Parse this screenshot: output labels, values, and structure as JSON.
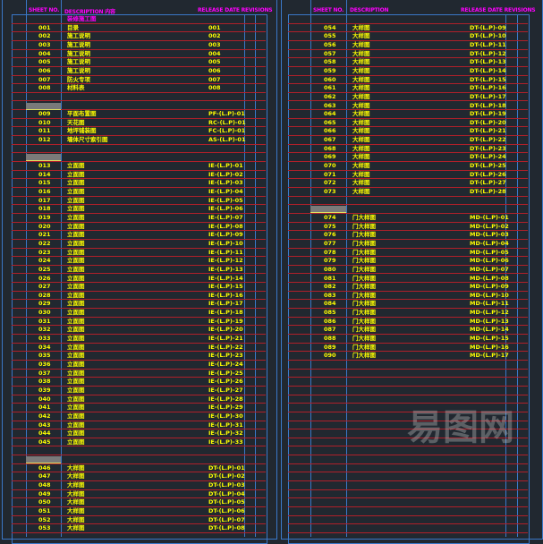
{
  "headers": {
    "sheet_no": "SHEET NO.",
    "description_left": "DESCRIPTION  内容",
    "description_right": "DESCRIPTION",
    "release": "RELEASE DATE REVISIONS"
  },
  "left_rows": [
    {
      "type": "title",
      "desc": "装修施工图"
    },
    {
      "no": "001",
      "desc": "目录",
      "date": "001"
    },
    {
      "no": "002",
      "desc": "施工说明",
      "date": "002"
    },
    {
      "no": "003",
      "desc": "施工说明",
      "date": "003"
    },
    {
      "no": "004",
      "desc": "施工说明",
      "date": "004"
    },
    {
      "no": "005",
      "desc": "施工说明",
      "date": "005"
    },
    {
      "no": "006",
      "desc": "施工说明",
      "date": "006"
    },
    {
      "no": "007",
      "desc": "防火专项",
      "date": "007"
    },
    {
      "no": "008",
      "desc": "材料表",
      "date": "008"
    },
    {
      "type": "blank"
    },
    {
      "type": "gray"
    },
    {
      "no": "009",
      "desc": "平面布置图",
      "date": "PF-(L.P)-01"
    },
    {
      "no": "010",
      "desc": "天花图",
      "date": "RC-(L.P)-01"
    },
    {
      "no": "011",
      "desc": "地坪铺装图",
      "date": "FC-(L.P)-01"
    },
    {
      "no": "012",
      "desc": "墙体尺寸索引图",
      "date": "AS-(L.P)-01"
    },
    {
      "type": "blank"
    },
    {
      "type": "gray"
    },
    {
      "no": "013",
      "desc": "立面图",
      "date": "IE-(L.P)-01"
    },
    {
      "no": "014",
      "desc": "立面图",
      "date": "IE-(L.P)-02"
    },
    {
      "no": "015",
      "desc": "立面图",
      "date": "IE-(L.P)-03"
    },
    {
      "no": "016",
      "desc": "立面图",
      "date": "IE-(L.P)-04"
    },
    {
      "no": "017",
      "desc": "立面图",
      "date": "IE-(L.P)-05"
    },
    {
      "no": "018",
      "desc": "立面图",
      "date": "IE-(L.P)-06"
    },
    {
      "no": "019",
      "desc": "立面图",
      "date": "IE-(L.P)-07"
    },
    {
      "no": "020",
      "desc": "立面图",
      "date": "IE-(L.P)-08"
    },
    {
      "no": "021",
      "desc": "立面图",
      "date": "IE-(L.P)-09"
    },
    {
      "no": "022",
      "desc": "立面图",
      "date": "IE-(L.P)-10"
    },
    {
      "no": "023",
      "desc": "立面图",
      "date": "IE-(L.P)-11"
    },
    {
      "no": "024",
      "desc": "立面图",
      "date": "IE-(L.P)-12"
    },
    {
      "no": "025",
      "desc": "立面图",
      "date": "IE-(L.P)-13"
    },
    {
      "no": "026",
      "desc": "立面图",
      "date": "IE-(L.P)-14"
    },
    {
      "no": "027",
      "desc": "立面图",
      "date": "IE-(L.P)-15"
    },
    {
      "no": "028",
      "desc": "立面图",
      "date": "IE-(L.P)-16"
    },
    {
      "no": "029",
      "desc": "立面图",
      "date": "IE-(L.P)-17"
    },
    {
      "no": "030",
      "desc": "立面图",
      "date": "IE-(L.P)-18"
    },
    {
      "no": "031",
      "desc": "立面图",
      "date": "IE-(L.P)-19"
    },
    {
      "no": "032",
      "desc": "立面图",
      "date": "IE-(L.P)-20"
    },
    {
      "no": "033",
      "desc": "立面图",
      "date": "IE-(L.P)-21"
    },
    {
      "no": "034",
      "desc": "立面图",
      "date": "IE-(L.P)-22"
    },
    {
      "no": "035",
      "desc": "立面图",
      "date": "IE-(L.P)-23"
    },
    {
      "no": "036",
      "desc": "立面图",
      "date": "IE-(L.P)-24"
    },
    {
      "no": "037",
      "desc": "立面图",
      "date": "IE-(L.P)-25"
    },
    {
      "no": "038",
      "desc": "立面图",
      "date": "IE-(L.P)-26"
    },
    {
      "no": "039",
      "desc": "立面图",
      "date": "IE-(L.P)-27"
    },
    {
      "no": "040",
      "desc": "立面图",
      "date": "IE-(L.P)-28"
    },
    {
      "no": "041",
      "desc": "立面图",
      "date": "IE-(L.P)-29"
    },
    {
      "no": "042",
      "desc": "立面图",
      "date": "IE-(L.P)-30"
    },
    {
      "no": "043",
      "desc": "立面图",
      "date": "IE-(L.P)-31"
    },
    {
      "no": "044",
      "desc": "立面图",
      "date": "IE-(L.P)-32"
    },
    {
      "no": "045",
      "desc": "立面图",
      "date": "IE-(L.P)-33"
    },
    {
      "type": "blank"
    },
    {
      "type": "gray"
    },
    {
      "no": "046",
      "desc": "大样图",
      "date": "DT-(L.P)-01"
    },
    {
      "no": "047",
      "desc": "大样图",
      "date": "DT-(L.P)-02"
    },
    {
      "no": "048",
      "desc": "大样图",
      "date": "DT-(L.P)-03"
    },
    {
      "no": "049",
      "desc": "大样图",
      "date": "DT-(L.P)-04"
    },
    {
      "no": "050",
      "desc": "大样图",
      "date": "DT-(L.P)-05"
    },
    {
      "no": "051",
      "desc": "大样图",
      "date": "DT-(L.P)-06"
    },
    {
      "no": "052",
      "desc": "大样图",
      "date": "DT-(L.P)-07"
    },
    {
      "no": "053",
      "desc": "大样图",
      "date": "DT-(L.P)-08"
    }
  ],
  "right_rows": [
    {
      "type": "blank"
    },
    {
      "no": "054",
      "desc": "大样图",
      "date": "DT-(L.P)-09"
    },
    {
      "no": "055",
      "desc": "大样图",
      "date": "DT-(L.P)-10"
    },
    {
      "no": "056",
      "desc": "大样图",
      "date": "DT-(L.P)-11"
    },
    {
      "no": "057",
      "desc": "大样图",
      "date": "DT-(L.P)-12"
    },
    {
      "no": "058",
      "desc": "大样图",
      "date": "DT-(L.P)-13"
    },
    {
      "no": "059",
      "desc": "大样图",
      "date": "DT-(L.P)-14"
    },
    {
      "no": "060",
      "desc": "大样图",
      "date": "DT-(L.P)-15"
    },
    {
      "no": "061",
      "desc": "大样图",
      "date": "DT-(L.P)-16"
    },
    {
      "no": "062",
      "desc": "大样图",
      "date": "DT-(L.P)-17"
    },
    {
      "no": "063",
      "desc": "大样图",
      "date": "DT-(L.P)-18"
    },
    {
      "no": "064",
      "desc": "大样图",
      "date": "DT-(L.P)-19"
    },
    {
      "no": "065",
      "desc": "大样图",
      "date": "DT-(L.P)-20"
    },
    {
      "no": "066",
      "desc": "大样图",
      "date": "DT-(L.P)-21"
    },
    {
      "no": "067",
      "desc": "大样图",
      "date": "DT-(L.P)-22"
    },
    {
      "no": "068",
      "desc": "大样图",
      "date": "DT-(L.P)-23"
    },
    {
      "no": "069",
      "desc": "大样图",
      "date": "DT-(L.P)-24"
    },
    {
      "no": "070",
      "desc": "大样图",
      "date": "DT-(L.P)-25"
    },
    {
      "no": "071",
      "desc": "大样图",
      "date": "DT-(L.P)-26"
    },
    {
      "no": "072",
      "desc": "大样图",
      "date": "DT-(L.P)-27"
    },
    {
      "no": "073",
      "desc": "大样图",
      "date": "DT-(L.P)-28"
    },
    {
      "type": "blank"
    },
    {
      "type": "gray"
    },
    {
      "no": "074",
      "desc": "门大样图",
      "date": "MD-(L.P)-01"
    },
    {
      "no": "075",
      "desc": "门大样图",
      "date": "MD-(L.P)-02"
    },
    {
      "no": "076",
      "desc": "门大样图",
      "date": "MD-(L.P)-03"
    },
    {
      "no": "077",
      "desc": "门大样图",
      "date": "MD-(L.P)-04"
    },
    {
      "no": "078",
      "desc": "门大样图",
      "date": "MD-(L.P)-05"
    },
    {
      "no": "079",
      "desc": "门大样图",
      "date": "MD-(L.P)-06"
    },
    {
      "no": "080",
      "desc": "门大样图",
      "date": "MD-(L.P)-07"
    },
    {
      "no": "081",
      "desc": "门大样图",
      "date": "MD-(L.P)-08"
    },
    {
      "no": "082",
      "desc": "门大样图",
      "date": "MD-(L.P)-09"
    },
    {
      "no": "083",
      "desc": "门大样图",
      "date": "MD-(L.P)-10"
    },
    {
      "no": "084",
      "desc": "门大样图",
      "date": "MD-(L.P)-11"
    },
    {
      "no": "085",
      "desc": "门大样图",
      "date": "MD-(L.P)-12"
    },
    {
      "no": "086",
      "desc": "门大样图",
      "date": "MD-(L.P)-13"
    },
    {
      "no": "087",
      "desc": "门大样图",
      "date": "MD-(L.P)-14"
    },
    {
      "no": "088",
      "desc": "门大样图",
      "date": "MD-(L.P)-15"
    },
    {
      "no": "089",
      "desc": "门大样图",
      "date": "MD-(L.P)-16"
    },
    {
      "no": "090",
      "desc": "门大样图",
      "date": "MD-(L.P)-17"
    }
  ],
  "watermark": "易图网"
}
